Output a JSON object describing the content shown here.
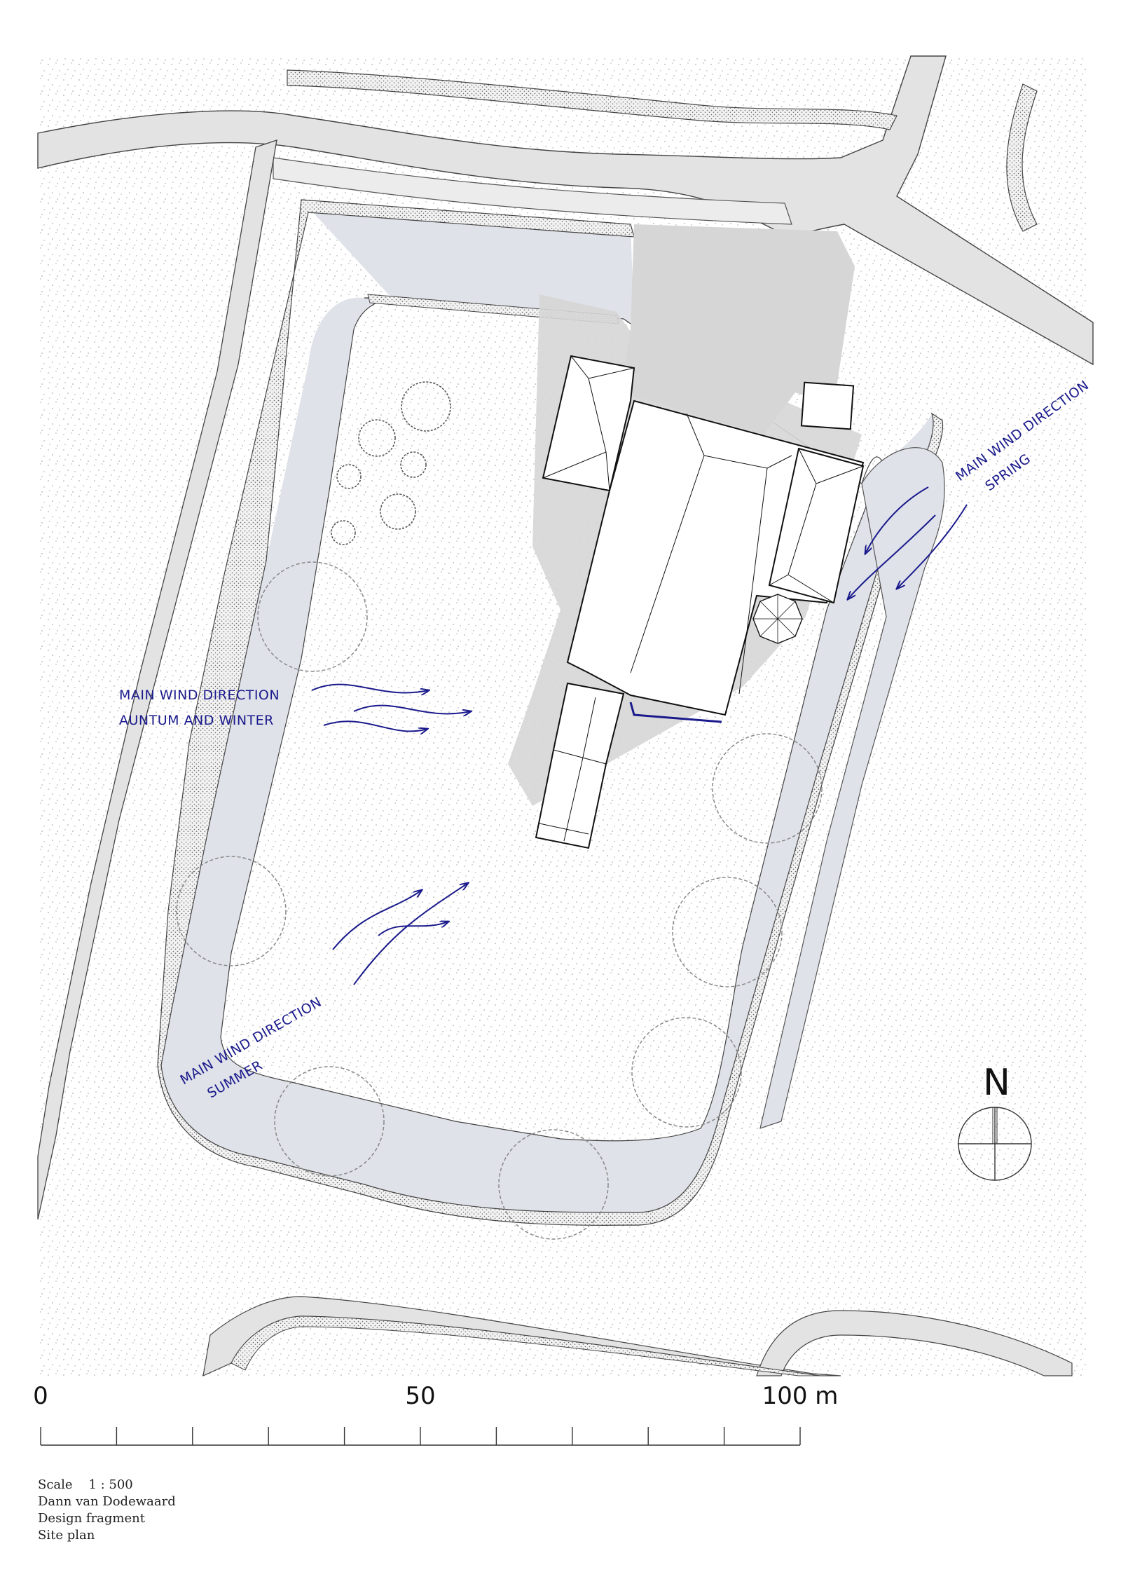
{
  "drawing": {
    "wind_labels": {
      "spring": [
        "MAIN WIND DIRECTION",
        "SPRING"
      ],
      "autumn_winter": [
        "MAIN WIND DIRECTION",
        "AUNTUM AND WINTER"
      ],
      "summer": [
        "MAIN WIND DIRECTION",
        "SUMMER"
      ]
    },
    "north_label": "N",
    "scale_bar": {
      "labels": [
        "0",
        "50",
        "100 m"
      ],
      "max_m": 100,
      "minor_step_m": 10
    },
    "colors": {
      "water": "#dfe2e8",
      "road": "#e3e3e3",
      "shadow": "#d6d6d6",
      "wind_arrow": "#1a1a8c",
      "building_outline": "#111111"
    }
  },
  "caption": {
    "scale": "Scale    1 : 500",
    "author": "Dann van Dodewaard",
    "subtitle": "Design fragment",
    "title": "Site plan"
  }
}
